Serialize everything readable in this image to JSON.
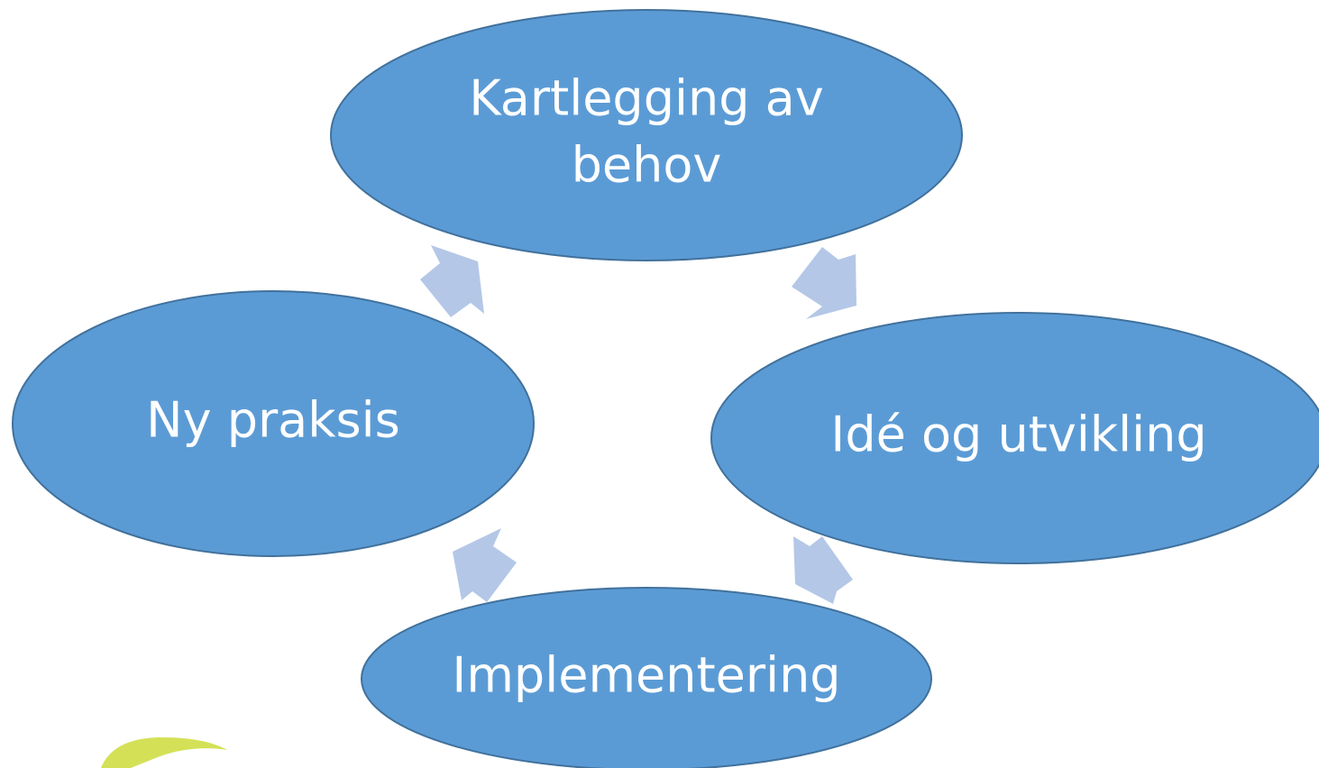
{
  "diagram": {
    "type": "cycle",
    "colors": {
      "node_fill": "#5b9bd5",
      "node_stroke": "#41719c",
      "arrow_fill": "#b4c7e7",
      "label_text": "#ffffff",
      "logo_fill": "#d4e157"
    },
    "nodes": [
      {
        "id": "kartlegging",
        "label_lines": [
          "Kartlegging av",
          "behov"
        ]
      },
      {
        "id": "ide",
        "label_lines": [
          "Idé og utvikling"
        ]
      },
      {
        "id": "implementering",
        "label_lines": [
          "Implementering"
        ]
      },
      {
        "id": "praksis",
        "label_lines": [
          "Ny praksis"
        ]
      }
    ],
    "edges": [
      {
        "from": "kartlegging",
        "to": "ide"
      },
      {
        "from": "ide",
        "to": "implementering"
      },
      {
        "from": "implementering",
        "to": "praksis"
      },
      {
        "from": "praksis",
        "to": "kartlegging"
      }
    ],
    "logo": {
      "icon": "yellow-green-swoosh-logo"
    }
  }
}
